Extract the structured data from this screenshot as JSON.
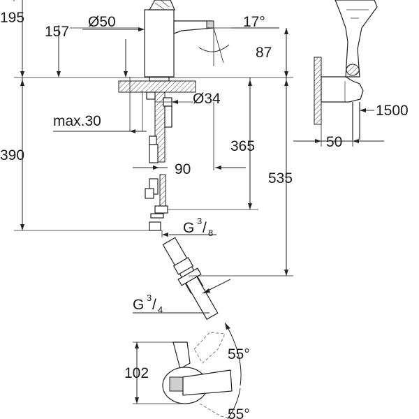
{
  "dimensions": {
    "d195": "195",
    "d157": "157",
    "d50_diameter": "Ø50",
    "d17_angle": "17°",
    "d87": "87",
    "d34_diameter": "Ø34",
    "max30": "max.30",
    "d390": "390",
    "d365": "365",
    "d90": "90",
    "d535": "535",
    "g38_base": "G",
    "g38_num": "3",
    "g38_den": "8",
    "g34_base": "G",
    "g34_num": "3",
    "g34_den": "4",
    "d102": "102",
    "d55_upper": "55°",
    "d55_lower": "55°",
    "d1500": "1500",
    "d50_bracket": "50"
  }
}
